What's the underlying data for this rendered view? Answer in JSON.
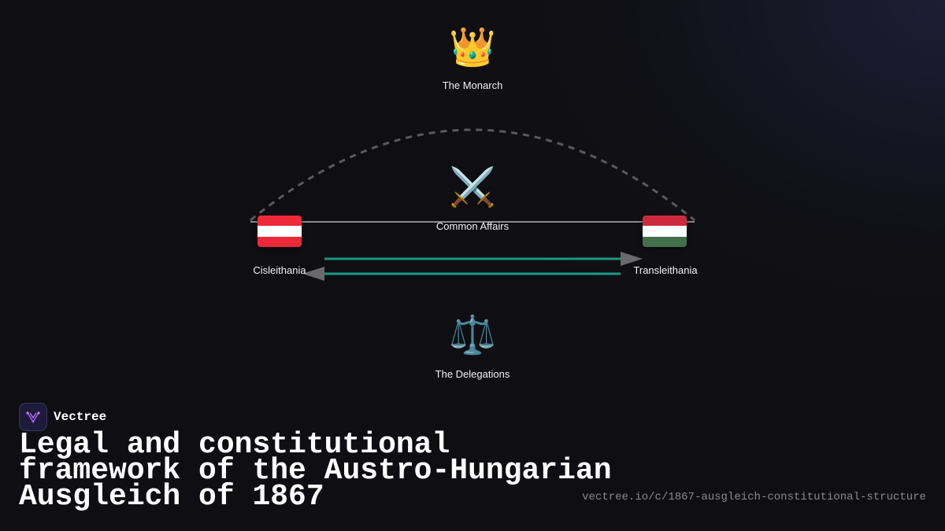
{
  "nodes": {
    "monarch": {
      "label": "The Monarch",
      "icon": "crown-icon",
      "glyph": "👑"
    },
    "common_affairs": {
      "label": "Common Affairs",
      "icon": "crossed-swords-icon",
      "glyph": "⚔️"
    },
    "cisleithania": {
      "label": "Cisleithania",
      "icon": "austria-flag-icon"
    },
    "transleithania": {
      "label": "Transleithania",
      "icon": "hungary-flag-icon"
    },
    "delegations": {
      "label": "The Delegations",
      "icon": "scales-icon",
      "glyph": "⚖️"
    }
  },
  "colors": {
    "arrow_teal": "#1a9a86",
    "arc_dashed": "#5a5a5e",
    "line_gray": "#8a8a8e",
    "arrowhead": "#6a6a6e",
    "austria_red": "#ed2939",
    "hungary_red": "#cd2a3e",
    "hungary_green": "#436f4d"
  },
  "brand": {
    "name": "Vectree",
    "icon": "vectree-logo-icon"
  },
  "title": "Legal and constitutional framework of the Austro-Hungarian Ausgleich of 1867",
  "url": "vectree.io/c/1867-ausgleich-constitutional-structure"
}
